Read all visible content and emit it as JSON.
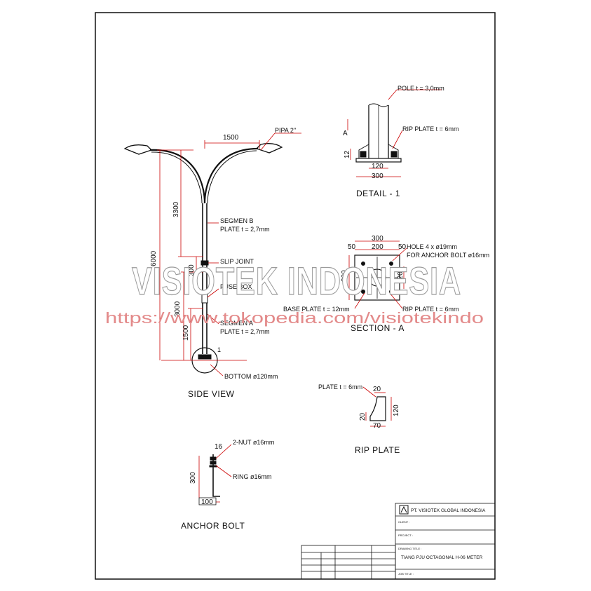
{
  "side_view": {
    "title": "SIDE VIEW",
    "dims": {
      "top_span": "1500",
      "total_height": "6000",
      "upper": "3300",
      "lower": "3000",
      "base": "1500",
      "slip": "300"
    },
    "labels": {
      "pipa": "PIPA 2\"",
      "segmen_b_1": "SEGMEN B",
      "segmen_b_2": "PLATE t = 2,7mm",
      "slip_joint": "SLIP JOINT",
      "fuse_box": "FUSE BOX",
      "segmen_a_1": "SEGMEN A",
      "segmen_a_2": "PLATE t = 2,7mm",
      "bottom": "BOTTOM ø120mm",
      "callout": "1"
    }
  },
  "detail_1": {
    "title": "DETAIL - 1",
    "labels": {
      "pole": "POLE t = 3,0mm",
      "rip_plate": "RIP PLATE t = 6mm",
      "section_mark": "A"
    },
    "dims": {
      "inner": "120",
      "outer": "300",
      "height": "12"
    }
  },
  "section_a": {
    "title": "SECTION - A",
    "dims": {
      "width": "300",
      "left": "50",
      "mid": "200",
      "right": "50",
      "height": "300",
      "inner": "120"
    },
    "labels": {
      "hole_1": "HOLE 4 x ø19mm",
      "hole_2": "FOR ANCHOR BOLT ø16mm",
      "base_plate": "BASE PLATE t = 12mm",
      "rip_plate": "RIP PLATE t = 6mm"
    }
  },
  "rip_plate": {
    "title": "RIP PLATE",
    "labels": {
      "plate": "PLATE t = 6mm"
    },
    "dims": {
      "top": "20",
      "side": "20",
      "bottom": "70",
      "height": "120"
    }
  },
  "anchor_bolt": {
    "title": "ANCHOR BOLT",
    "labels": {
      "nut": "2-NUT ø16mm",
      "ring": "RING ø16mm"
    },
    "dims": {
      "top": "16",
      "height": "300",
      "foot": "100"
    }
  },
  "title_block": {
    "company": "PT. VISIOTEK GLOBAL INDONESIA",
    "client_label": "CLIENT :",
    "project_label": "PROJECT :",
    "drawing_title_label": "DRAWING TITLE :",
    "drawing_title": "TIANG PJU OCTAGONAL H-06 METER",
    "job_title_label": "JOB TITLE :"
  },
  "watermark": {
    "text": "VISIOTEK INDONESIA",
    "url": "https://www.tokopedia.com/visiotekindo"
  },
  "colors": {
    "line": "#111111",
    "dimension": "#cc0000",
    "watermark_outline": "#9a9a9a",
    "url": "#e38a8a"
  }
}
